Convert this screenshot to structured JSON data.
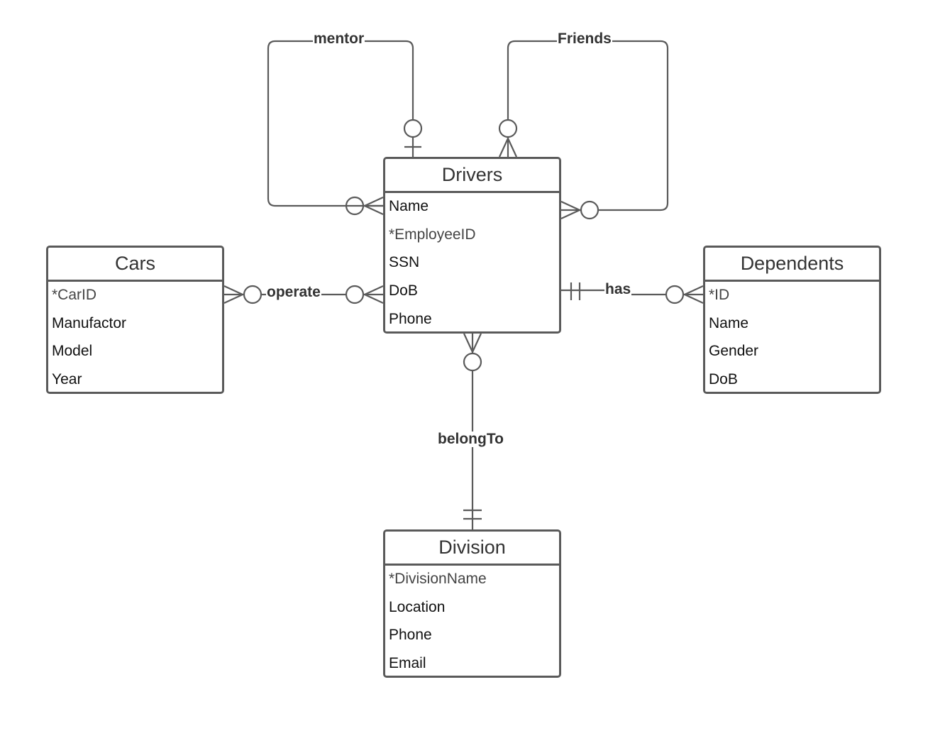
{
  "entities": {
    "drivers": {
      "title": "Drivers",
      "attributes": [
        "Name",
        "*EmployeeID",
        "SSN",
        "DoB",
        "Phone"
      ]
    },
    "cars": {
      "title": "Cars",
      "attributes": [
        "*CarID",
        "Manufactor",
        "Model",
        "Year"
      ]
    },
    "dependents": {
      "title": "Dependents",
      "attributes": [
        "*ID",
        "Name",
        "Gender",
        "DoB"
      ]
    },
    "division": {
      "title": "Division",
      "attributes": [
        "*DivisionName",
        "Location",
        "Phone",
        "Email"
      ]
    }
  },
  "relationships": {
    "mentor": "mentor",
    "friends": "Friends",
    "operate": "operate",
    "has": "has",
    "belongTo": "belongTo"
  },
  "colors": {
    "line": "#5a5a5a",
    "text": "#333333"
  }
}
